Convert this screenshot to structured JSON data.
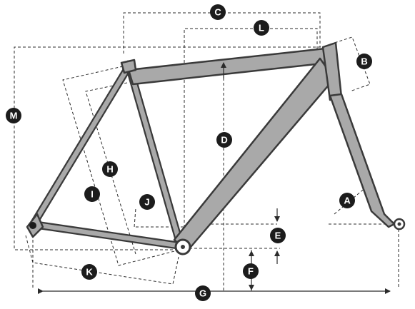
{
  "diagram": {
    "subject": "bicycle frame geometry",
    "labels": {
      "A": "A",
      "B": "B",
      "C": "C",
      "D": "D",
      "E": "E",
      "F": "F",
      "G": "G",
      "H": "H",
      "I": "I",
      "J": "J",
      "K": "K",
      "L": "L",
      "M": "M"
    },
    "colors": {
      "frame_fill": "#a9a9a9",
      "frame_stroke": "#3a3a3a",
      "badge": "#1c1c1c",
      "badge_text": "#ffffff",
      "dimension_lines": "#2b2b2b"
    }
  }
}
